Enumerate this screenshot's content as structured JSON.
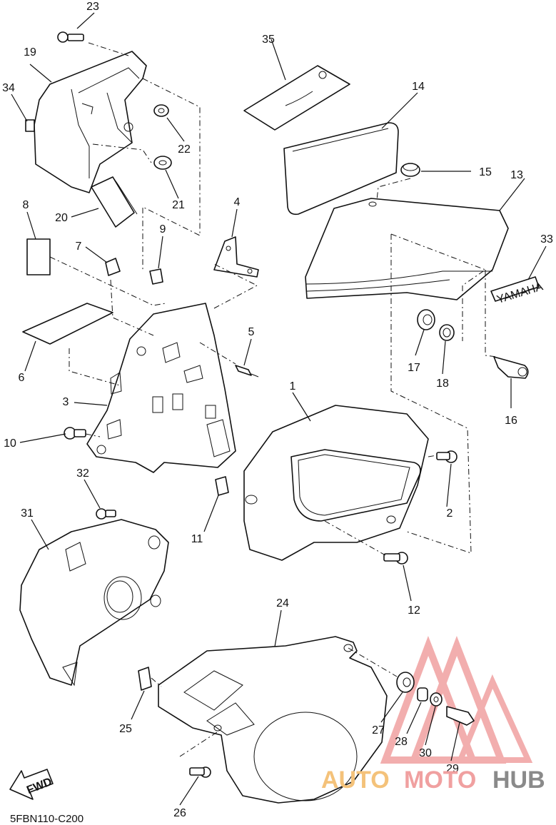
{
  "diagram": {
    "code": "5FBN110-C200",
    "fwd_label": "FWD",
    "decal_text": "YAMAHA",
    "callouts": [
      "1",
      "2",
      "3",
      "4",
      "5",
      "6",
      "7",
      "8",
      "9",
      "10",
      "11",
      "12",
      "13",
      "14",
      "15",
      "16",
      "17",
      "18",
      "19",
      "20",
      "21",
      "22",
      "23",
      "24",
      "25",
      "26",
      "27",
      "28",
      "29",
      "30",
      "31",
      "32",
      "33",
      "34",
      "35"
    ]
  },
  "watermark": {
    "text_a": "AUTO",
    "text_b": "MOTO",
    "text_c": "HUB",
    "color_primary": "#f0a0a0",
    "color_secondary": "#f4c27a",
    "color_dark": "#8a8a8a"
  }
}
